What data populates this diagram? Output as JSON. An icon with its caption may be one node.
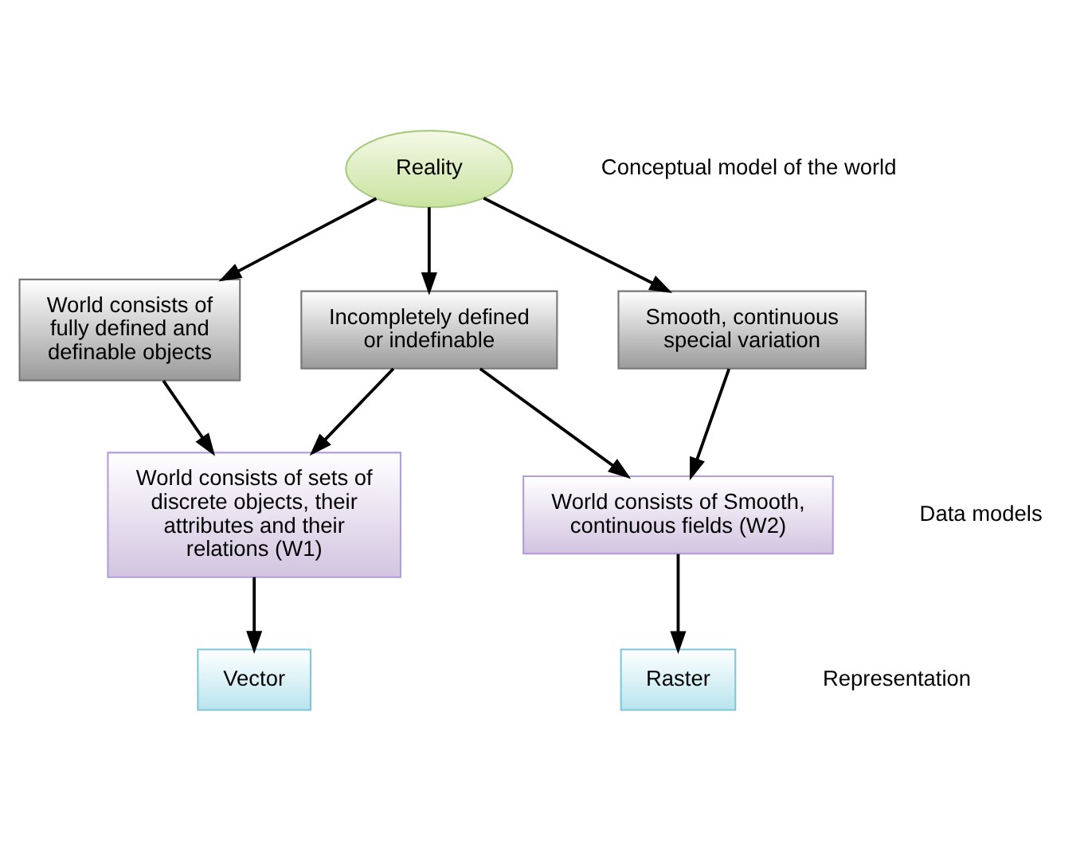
{
  "diagram": {
    "nodes": [
      {
        "text": [
          "Reality"
        ]
      },
      {
        "text": [
          "World consists of fully defined and definable objects"
        ]
      },
      {
        "text": [
          "Incompletely defined or indefinable"
        ]
      },
      {
        "text": [
          "Smooth, continuous special variation"
        ]
      },
      {
        "text": [
          "World consists of sets of discrete objects, their attributes and their relations (W1)"
        ]
      },
      {
        "text": [
          "World consists of Smooth, continuous fields (W2)"
        ]
      },
      {
        "text": [
          "Vector"
        ]
      },
      {
        "text": [
          "Raster"
        ]
      }
    ],
    "edges": [
      {
        "from": 0,
        "to": 1,
        "arrow": "to"
      },
      {
        "from": 0,
        "to": 2,
        "arrow": "to"
      },
      {
        "from": 0,
        "to": 3,
        "arrow": "to"
      },
      {
        "from": 1,
        "to": 4,
        "arrow": "to"
      },
      {
        "from": 2,
        "to": 4,
        "arrow": "to"
      },
      {
        "from": 2,
        "to": 5,
        "arrow": "to"
      },
      {
        "from": 3,
        "to": 5,
        "arrow": "to"
      },
      {
        "from": 4,
        "to": 6,
        "arrow": "to"
      },
      {
        "from": 5,
        "to": 7,
        "arrow": "to"
      }
    ],
    "labels": [
      "Conceptual model of the world",
      "Data models",
      "Representation"
    ]
  }
}
